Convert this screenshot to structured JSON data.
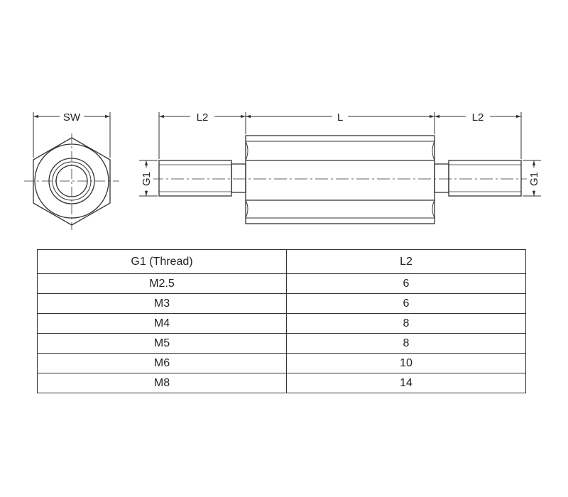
{
  "dimensions": {
    "sw": "SW",
    "l": "L",
    "l2_left": "L2",
    "l2_right": "L2",
    "g1_left": "G1",
    "g1_right": "G1"
  },
  "table": {
    "headers": [
      "G1 (Thread)",
      "L2"
    ],
    "rows": [
      [
        "M2.5",
        "6"
      ],
      [
        "M3",
        "6"
      ],
      [
        "M4",
        "8"
      ],
      [
        "M5",
        "8"
      ],
      [
        "M6",
        "10"
      ],
      [
        "M8",
        "14"
      ]
    ]
  }
}
